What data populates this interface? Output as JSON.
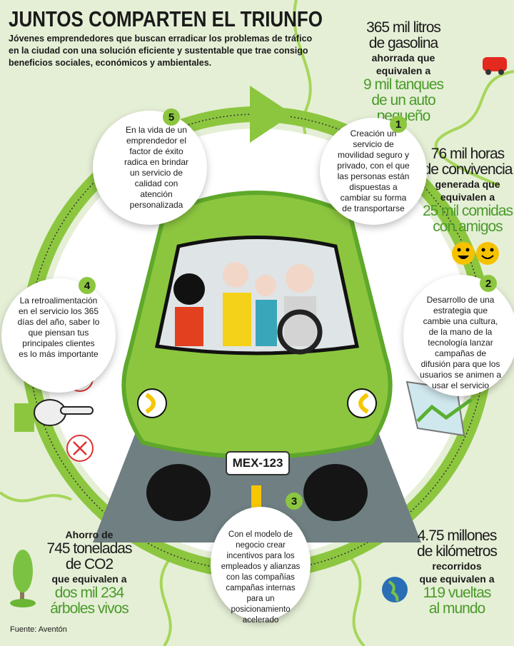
{
  "header": {
    "title": "JUNTOS COMPARTEN EL TRIUNFO",
    "subtitle": "Jóvenes emprendedores que buscan erradicar los problemas de tráfico en la ciudad con una solución eficiente y sustentable que trae consigo beneficios sociales, económicos y ambientales."
  },
  "stats": {
    "gasoline": {
      "l1": "365 mil litros",
      "l2": "de gasolina",
      "l3": "ahorrada que equivalen a",
      "l4": "9 mil tanques",
      "l5": "de un auto pequeño"
    },
    "hours": {
      "l1": "76 mil horas",
      "l2": "de convivencia",
      "l3": "generada que",
      "l4": "equivalen a",
      "l5": "25 mil comidas",
      "l6": "con amigos"
    },
    "co2": {
      "l1": "Ahorro de",
      "l2": "745 toneladas",
      "l3": "de CO2",
      "l4": "que equivalen a",
      "l5": "dos mil 234",
      "l6": "árboles vivos"
    },
    "km": {
      "l1": "4.75 millones",
      "l2": "de kilómetros",
      "l3": "recorridos",
      "l4": "que equivalen a",
      "l5": "119 vueltas",
      "l6": "al mundo"
    }
  },
  "steps": [
    {
      "n": "1",
      "text": "Creación un servicio de movilidad seguro y privado, con el que las personas están dispuestas a cambiar su forma de transportarse"
    },
    {
      "n": "2",
      "text": "Desarrollo de una estrategia que cambie una cultura, de la mano de la tecnología lanzar campañas de difusión para que los usuarios se animen a usar el servicio"
    },
    {
      "n": "3",
      "text": "Con el modelo de negocio crear incentivos para los empleados y alianzas con las compañías campañas internas para un posicionamiento acelerado"
    },
    {
      "n": "4",
      "text": "La retroalimentación en el servicio los 365 días del año, saber lo que piensan tus principales clientes es lo más importante"
    },
    {
      "n": "5",
      "text": "En la vida de un emprendedor el factor de éxito radica en brindar un servicio de calidad con atención personalizada"
    }
  ],
  "car": {
    "plate": "MEX-123"
  },
  "source": "Fuente: Aventón",
  "colors": {
    "accent": "#8cc63f",
    "background": "#e5efd6",
    "stat_green": "#4a9a2a"
  }
}
